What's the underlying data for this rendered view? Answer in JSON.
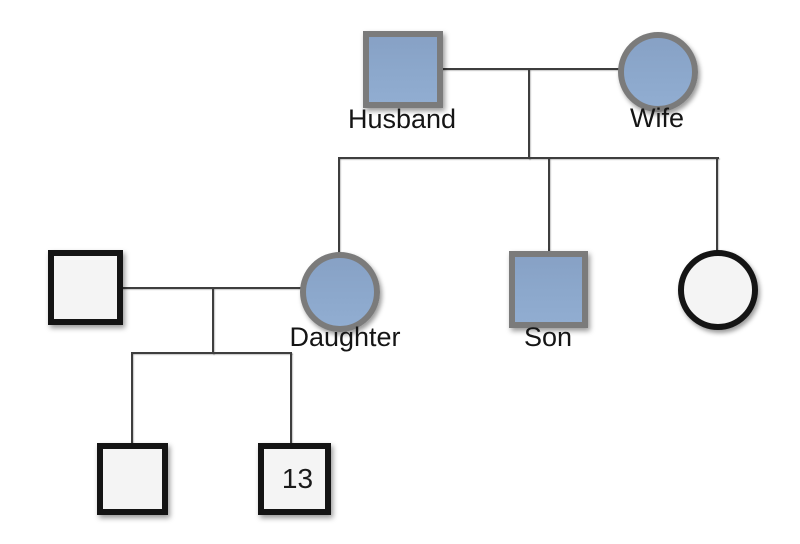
{
  "genogram": {
    "nodes": {
      "husband": {
        "label": "Husband",
        "shape": "square",
        "status": "affected"
      },
      "wife": {
        "label": "Wife",
        "shape": "circle",
        "status": "affected"
      },
      "daughter": {
        "label": "Daughter",
        "shape": "circle",
        "status": "affected"
      },
      "son": {
        "label": "Son",
        "shape": "square",
        "status": "affected"
      },
      "unlabeled_daughter": {
        "label": "",
        "shape": "circle",
        "status": "unaffected"
      },
      "daughter_partner": {
        "label": "",
        "shape": "square",
        "status": "unaffected"
      },
      "grandchild_left": {
        "label": "",
        "shape": "square",
        "status": "unaffected"
      },
      "grandchild_right": {
        "label": "",
        "value": "13",
        "shape": "square",
        "status": "unaffected"
      }
    },
    "colors": {
      "affected_fill": "#8CA8CC",
      "affected_border": "#7B7B7B",
      "unaffected_fill": "#F4F4F4",
      "unaffected_border": "#141414",
      "connector_line": "#3E3E3E",
      "label_text": "#151515"
    }
  }
}
